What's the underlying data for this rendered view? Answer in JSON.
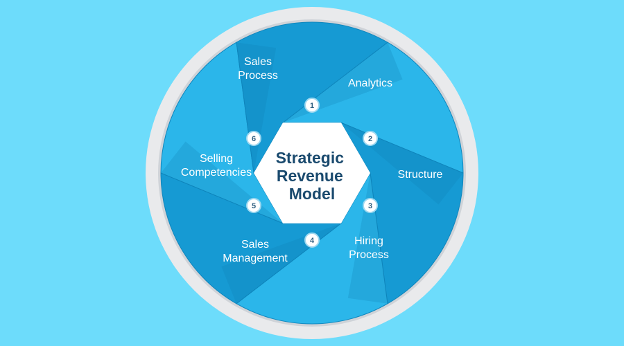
{
  "title": {
    "lines": [
      "Strategic",
      "Revenue",
      "Model"
    ]
  },
  "segments": [
    {
      "number": "1",
      "lines": [
        "Analytics"
      ]
    },
    {
      "number": "2",
      "lines": [
        "Structure"
      ]
    },
    {
      "number": "3",
      "lines": [
        "Hiring",
        "Process"
      ]
    },
    {
      "number": "4",
      "lines": [
        "Sales",
        "Management"
      ]
    },
    {
      "number": "5",
      "lines": [
        "Selling",
        "Competencies"
      ]
    },
    {
      "number": "6",
      "lines": [
        "Sales",
        "Process"
      ]
    }
  ],
  "colors": {
    "background": "#6ddcfb",
    "ring": "#e9eaec",
    "segment_light": "#2bb6ea",
    "segment_dark": "#169ad3",
    "hub": "#ffffff",
    "title": "#1a4a6e",
    "label": "#ffffff"
  }
}
